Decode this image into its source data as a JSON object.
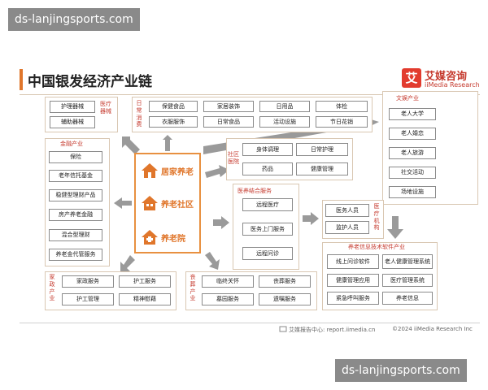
{
  "watermark_top": "ds-lanjingsports.com",
  "watermark_bottom": "ds-lanjingsports.com",
  "title": "中国银发经济产业链",
  "logo": {
    "mark": "艾",
    "name": "艾媒咨询",
    "en": "iiMedia Research"
  },
  "core": [
    "居家养老",
    "养老社区",
    "养老院"
  ],
  "groups": {
    "medical_device": {
      "label": "医疗器械",
      "items": [
        "护理器械",
        "辅助器械"
      ]
    },
    "daily_consumption": {
      "label": "日常消费",
      "items": [
        "保健食品",
        "家居装饰",
        "日用品",
        "体检",
        "衣服服饰",
        "日常食品",
        "活动设施",
        "节日花销"
      ]
    },
    "culture": {
      "label": "文娱产业",
      "items": [
        "老人大学",
        "老人婚恋",
        "老人旅游",
        "社交活动",
        "场地设施"
      ]
    },
    "finance": {
      "label": "金融产业",
      "items": [
        "保险",
        "老年信托基金",
        "稳健型理财产品",
        "房产养老金融",
        "混合型理财",
        "养老金代管服务"
      ]
    },
    "community_hospital": {
      "label": "社区医院",
      "items": [
        "身体调理",
        "日常护理",
        "药品",
        "健康管理"
      ]
    },
    "medical_elderly": {
      "label": "医养结合服务",
      "items": [
        "远程医疗",
        "医务上门服务",
        "远程问诊"
      ]
    },
    "medical_institution": {
      "label": "医疗机构",
      "items": [
        "医务人员",
        "监护人员"
      ]
    },
    "tech_software": {
      "label": "养老信息技术软件产业",
      "items": [
        "线上问诊软件",
        "老人健康管理系统",
        "健康管理应用",
        "医疗管理系统",
        "紧急呼叫服务",
        "养老信息"
      ]
    },
    "housekeeping": {
      "label": "家政产业",
      "items": [
        "家政服务",
        "护工服务",
        "护工管理",
        "精神慰藉"
      ]
    },
    "funeral": {
      "label": "丧葬产业",
      "items": [
        "临终关怀",
        "丧葬服务",
        "墓园服务",
        "遗嘱服务"
      ]
    }
  },
  "footer": {
    "left": "艾媒报告中心: report.iimedia.cn",
    "right": "©2024  iiMedia Research  Inc"
  },
  "colors": {
    "accent": "#e0762b",
    "label_red": "#c5392d",
    "border": "#d9c7b2",
    "arrow": "#9a9a9a"
  }
}
